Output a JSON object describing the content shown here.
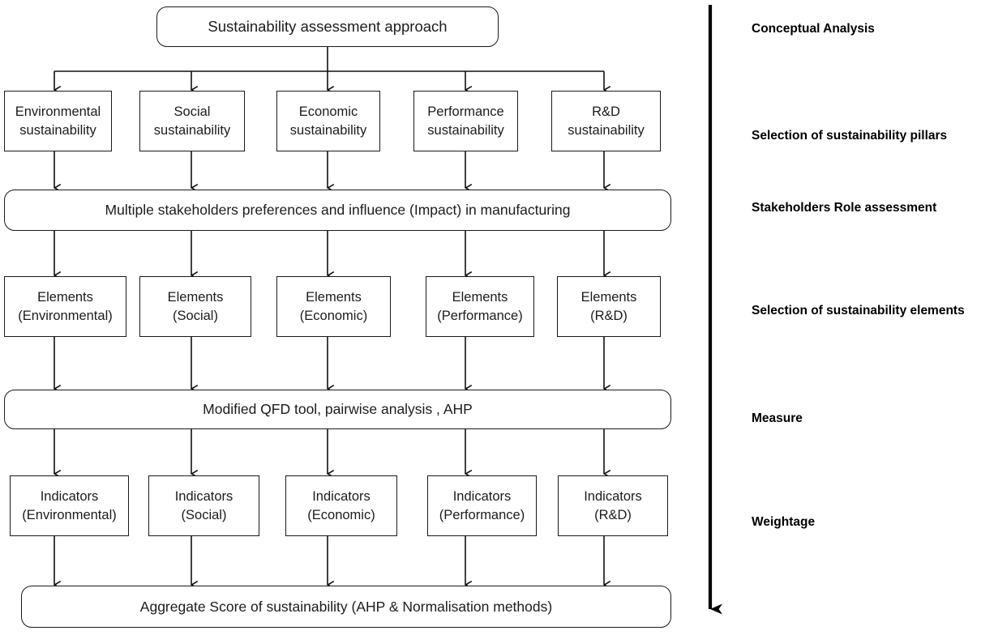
{
  "diagram": {
    "title_box": {
      "label": "Sustainability assessment approach"
    },
    "pillars_row": [
      {
        "label": "Environmental\nsustainability"
      },
      {
        "label": "Social\nsustainability"
      },
      {
        "label": "Economic\nsustainability"
      },
      {
        "label": "Performance\nsustainability"
      },
      {
        "label": "R&D\nsustainability"
      }
    ],
    "stakeholders_box": {
      "label": "Multiple stakeholders preferences and influence (Impact) in manufacturing"
    },
    "elements_row": [
      {
        "label": "Elements\n(Environmental)"
      },
      {
        "label": "Elements\n(Social)"
      },
      {
        "label": "Elements\n(Economic)"
      },
      {
        "label": "Elements\n(Performance)"
      },
      {
        "label": "Elements\n(R&D)"
      }
    ],
    "method_box": {
      "label": "Modified QFD tool, pairwise analysis , AHP"
    },
    "indicators_row": [
      {
        "label": "Indicators\n(Environmental)"
      },
      {
        "label": "Indicators\n(Social)"
      },
      {
        "label": "Indicators\n(Economic)"
      },
      {
        "label": "Indicators\n(Performance)"
      },
      {
        "label": "Indicators\n(R&D)"
      }
    ],
    "aggregate_box": {
      "label": "Aggregate Score of sustainability (AHP & Normalisation methods)"
    }
  },
  "stages": [
    {
      "label": "Conceptual Analysis"
    },
    {
      "label": "Selection of sustainability pillars"
    },
    {
      "label": "Stakeholders Role assessment"
    },
    {
      "label": "Selection of sustainability elements"
    },
    {
      "label": "Measure"
    },
    {
      "label": "Weightage"
    }
  ],
  "colors": {
    "box_border": "#1a1a1a",
    "connector": "#111111",
    "timeline": "#000000",
    "background": "#ffffff"
  }
}
